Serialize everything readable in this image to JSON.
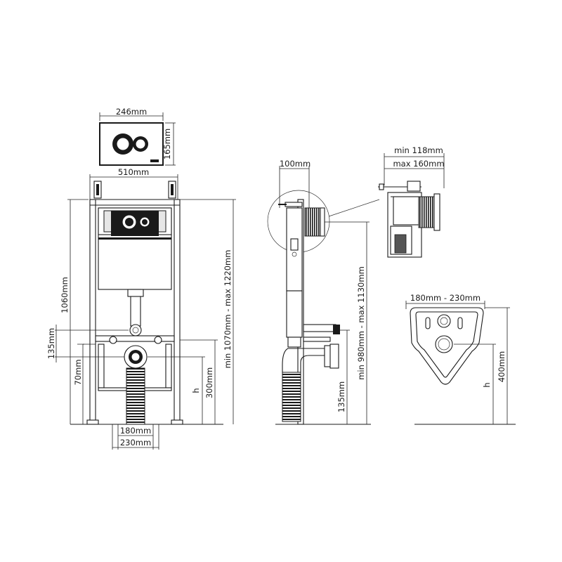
{
  "plate": {
    "width_label": "246mm",
    "height_label": "165mm"
  },
  "front": {
    "frame_width_label": "510mm",
    "height_label": "1060mm",
    "range_label": "min 1070mm - max 1220mm",
    "inlet_label": "135mm",
    "outlet_label": "70mm",
    "h_label": "h",
    "pan_label": "300mm",
    "inner_width_label": "180mm",
    "outer_width_label": "230mm"
  },
  "side": {
    "depth_label": "100mm",
    "range_label": "min 980mm - max 1130mm",
    "inlet_label": "135mm"
  },
  "detail": {
    "min_label": "min 118mm",
    "max_label": "max 160mm"
  },
  "panel": {
    "width_label": "180mm - 230mm",
    "h_label": "h",
    "height_label": "400mm"
  }
}
